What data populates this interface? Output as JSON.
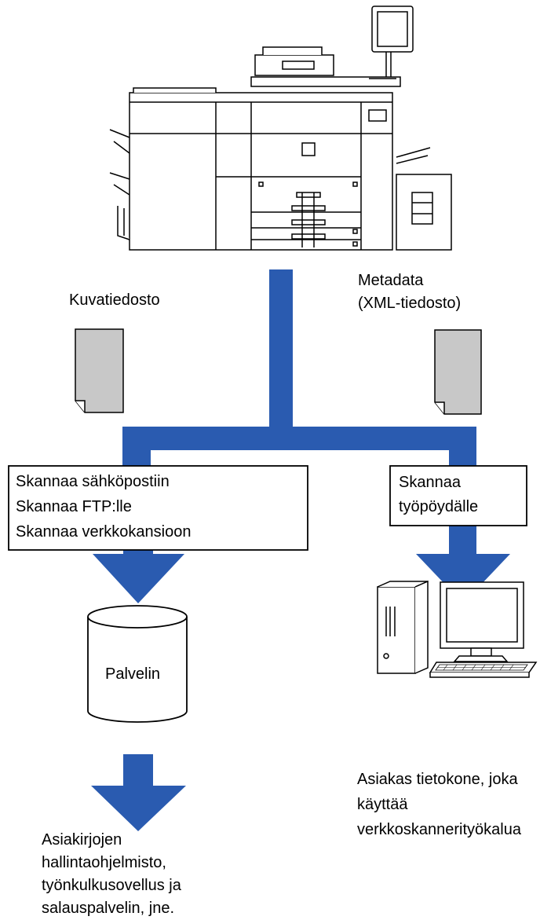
{
  "labels": {
    "image_file": "Kuvatiedosto",
    "metadata_line1": "Metadata",
    "metadata_line2": "(XML-tiedosto)",
    "server": "Palvelin"
  },
  "left_box": {
    "line1": "Skannaa sähköpostiin",
    "line2": "Skannaa FTP:lle",
    "line3": "Skannaa verkkokansioon"
  },
  "right_box": {
    "line1": "Skannaa",
    "line2": "työpöydälle"
  },
  "client_caption": {
    "line1": "Asiakas tietokone, joka",
    "line2": "käyttää",
    "line3": "verkkoskannerityökalua"
  },
  "software_caption": {
    "line1": "Asiakirjojen",
    "line2": "hallintaohjelmisto,",
    "line3": "työnkulkusovellus ja",
    "line4": "salauspalvelin, jne."
  },
  "colors": {
    "flow_blue": "#2a5bb0",
    "document_gray": "#c8c8c8",
    "outline": "#000000"
  }
}
